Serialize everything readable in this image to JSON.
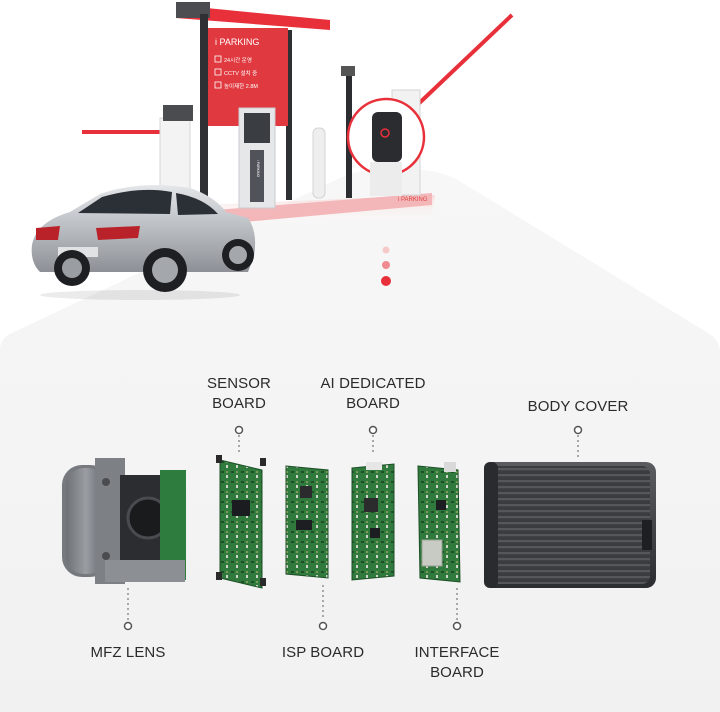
{
  "scene": {
    "kiosk_brand": "i PARKING",
    "kiosk_features": [
      "24시간 운영",
      "CCTV 설치 중",
      "높이제한 2.8M"
    ],
    "kiosk_panel_text": "i PARKING",
    "base_text": "i PARKING",
    "colors": {
      "brand_red": "#e8303a",
      "panel_bg": "#f4f4f4",
      "pcb_green": "#2e7d3e"
    }
  },
  "components": {
    "sensor_board": [
      "SENSOR",
      "BOARD"
    ],
    "ai_board": [
      "AI DEDICATED",
      "BOARD"
    ],
    "body_cover": [
      "BODY COVER"
    ],
    "mfz_lens": [
      "MFZ LENS"
    ],
    "isp_board": [
      "ISP BOARD"
    ],
    "interface_board": [
      "INTERFACE",
      "BOARD"
    ]
  }
}
